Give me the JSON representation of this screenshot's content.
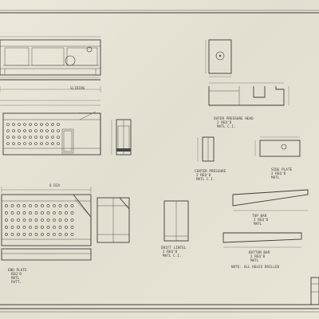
{
  "sheet": {
    "paper_color": "#e6e2d4",
    "line_color": "#3e3c38"
  },
  "parts": {
    "outer_pressure_head": {
      "title": "OUTER PRESSURE HEAD",
      "line1": "2 REQ'D",
      "line2": "MATL C.I."
    },
    "center_pressure": {
      "title": "CENTER PRESSURE",
      "line1": "2 REQ'D",
      "line2": "MATL C.I."
    },
    "side_plate": {
      "title": "SIDE PLATE",
      "line1": "2 REQ'D",
      "line2": "MATL"
    },
    "end_plate": {
      "title": "END PLATE",
      "line1": "REQ'D",
      "line2": "MATL",
      "line3": "PATT."
    },
    "drift_lintel": {
      "title": "DRIFT LINTEL",
      "line1": "2 REQ'D",
      "line2": "MATL C.I."
    },
    "top_bar": {
      "title": "TOP BAR",
      "line1": "2 REQ'D",
      "line2": "MATL"
    },
    "bottom_bar": {
      "title": "BOTTOM BAR",
      "line1": "2 REQ'D",
      "line2": "MATL"
    }
  },
  "notes": {
    "note1": "NOTE: ALL HOLES DRILLED",
    "dim_top": "SLIDING",
    "dim_mid": "6 DIA"
  }
}
